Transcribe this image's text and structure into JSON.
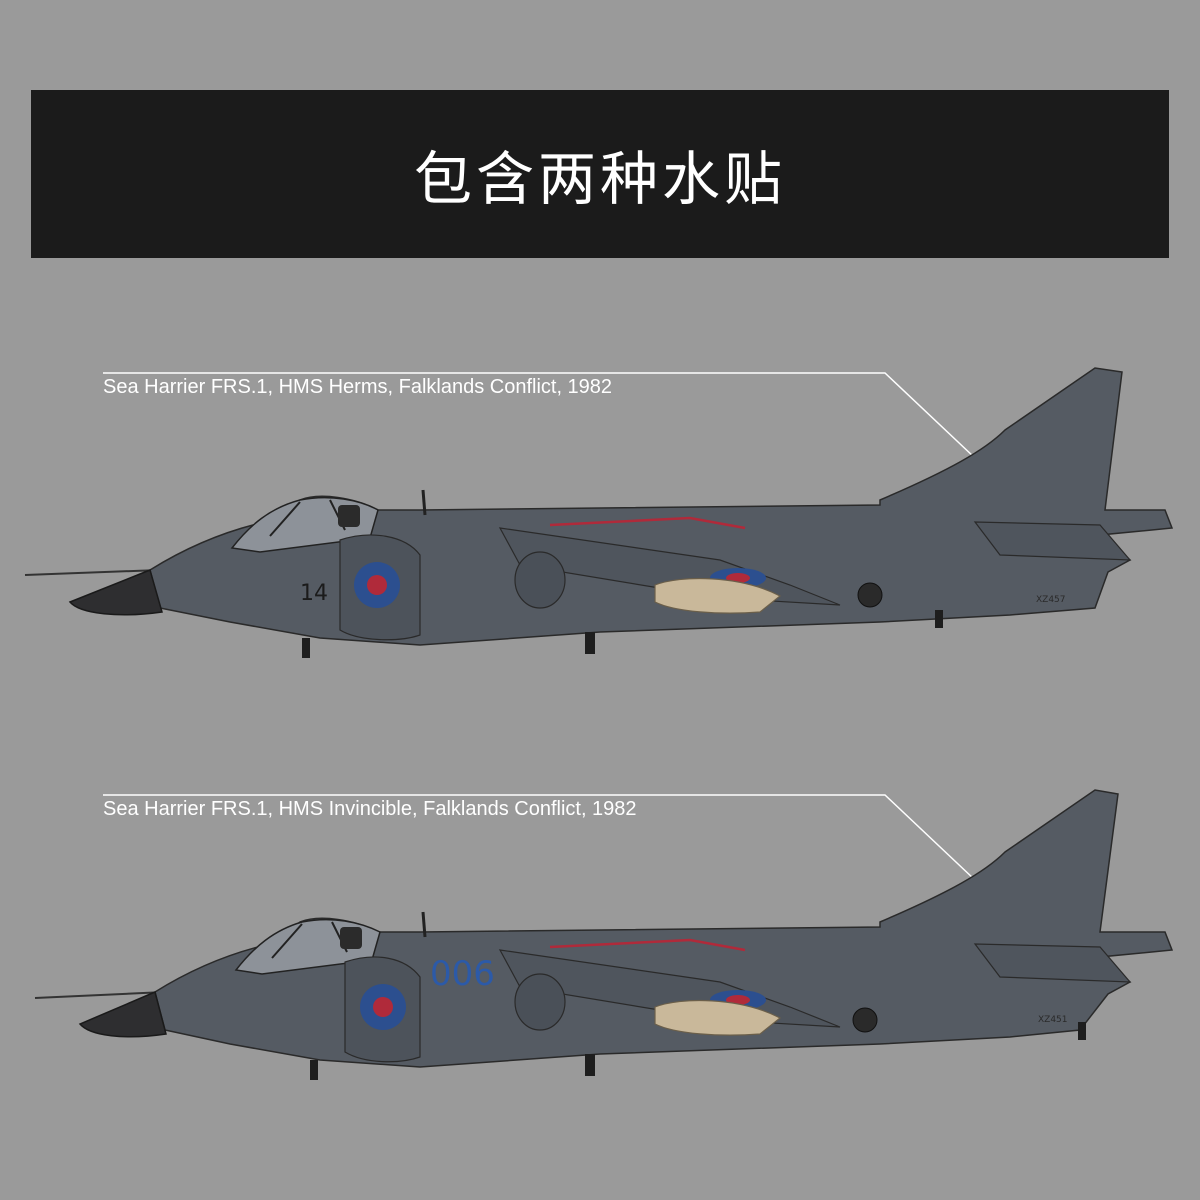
{
  "banner": {
    "title": "包含两种水贴"
  },
  "schemes": [
    {
      "caption": "Sea Harrier FRS.1, HMS Herms, Falklands Conflict, 1982",
      "side_number": "14",
      "serial": "XZ457"
    },
    {
      "caption": "Sea Harrier FRS.1, HMS Invincible, Falklands Conflict, 1982",
      "side_number": "006",
      "serial": "XZ451"
    }
  ],
  "colors": {
    "background": "#9a9a9a",
    "banner": "#1b1b1b",
    "aircraft_body": "#555b63",
    "nose_cone": "#2e2e30",
    "roundel_blue": "#2c4f8f",
    "roundel_red": "#b02a3a",
    "stripe_red": "#b02a3a",
    "side_number_006": "#2c5aa8",
    "tank_tan": "#c9b89a"
  }
}
